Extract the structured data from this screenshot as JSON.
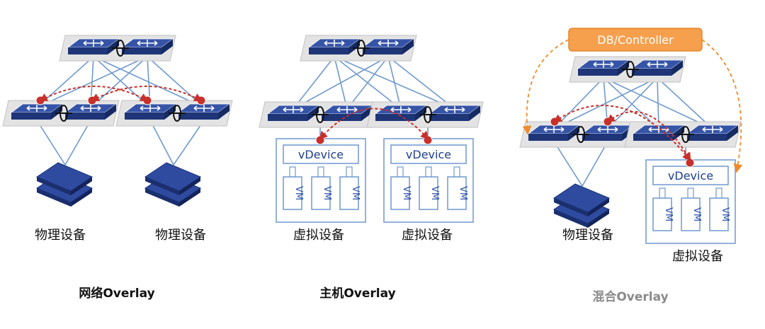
{
  "panels": [
    {
      "id": "network",
      "caption": "网络Overlay",
      "labels": [
        "物理设备",
        "物理设备"
      ]
    },
    {
      "id": "host",
      "caption": "主机Overlay",
      "labels": [
        "虚拟设备",
        "虚拟设备"
      ],
      "vdevice": "vDevice",
      "vm": "VM"
    },
    {
      "id": "hybrid",
      "caption": "混合Overlay",
      "labels": [
        "物理设备",
        "虚拟设备"
      ],
      "vdevice": "vDevice",
      "vm": "VM",
      "controller": "DB/Controller"
    }
  ],
  "colors": {
    "link": "#6f99cf",
    "switch_top": "#3554a8",
    "switch_side": "#1e3578",
    "chassis": "#c9c9c9",
    "red_dot": "#c8302b",
    "controller_fill": "#f6a04e",
    "controller_line": "#f08a2a"
  }
}
